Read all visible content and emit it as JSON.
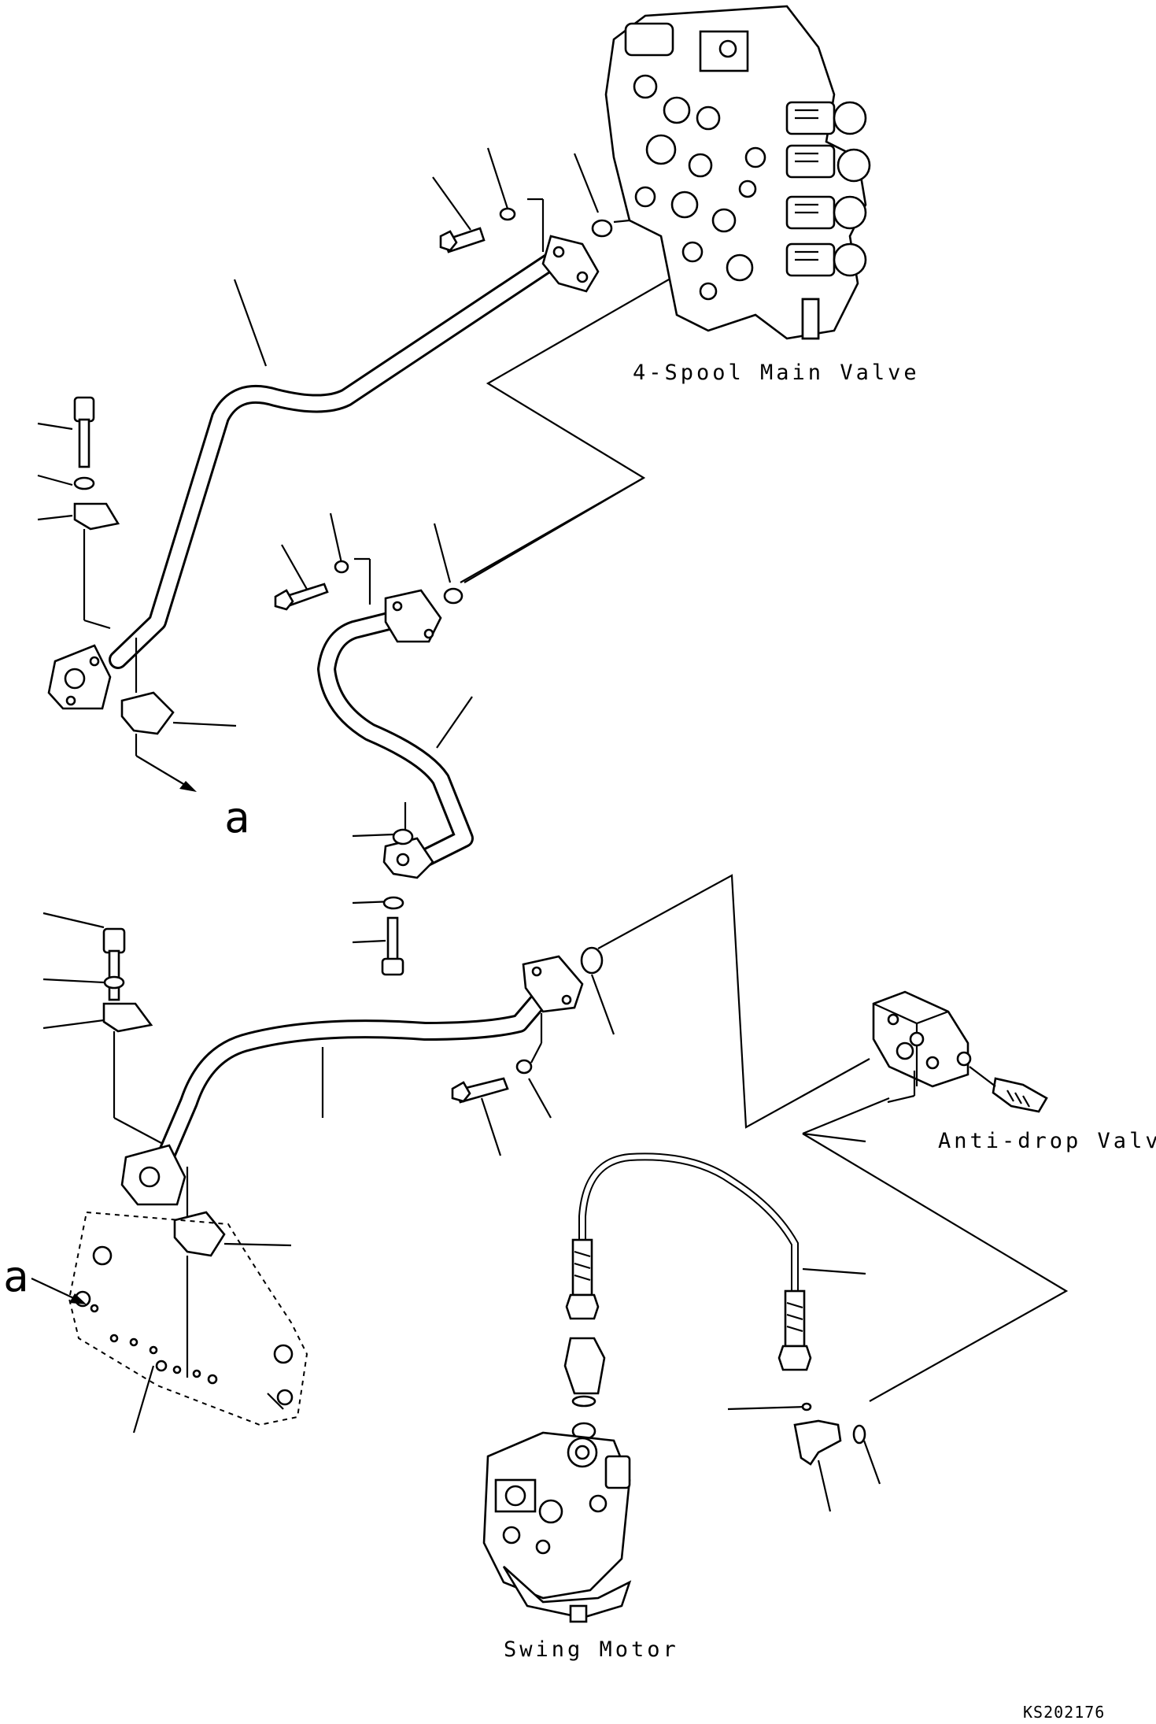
{
  "labels": {
    "main_valve": "4-Spool Main Valve",
    "anti_drop_valve": "Anti-drop Valve",
    "swing_motor": "Swing Motor",
    "ref_a_upper": "a",
    "ref_a_lower": "a",
    "drawing_code": "KS202176"
  }
}
